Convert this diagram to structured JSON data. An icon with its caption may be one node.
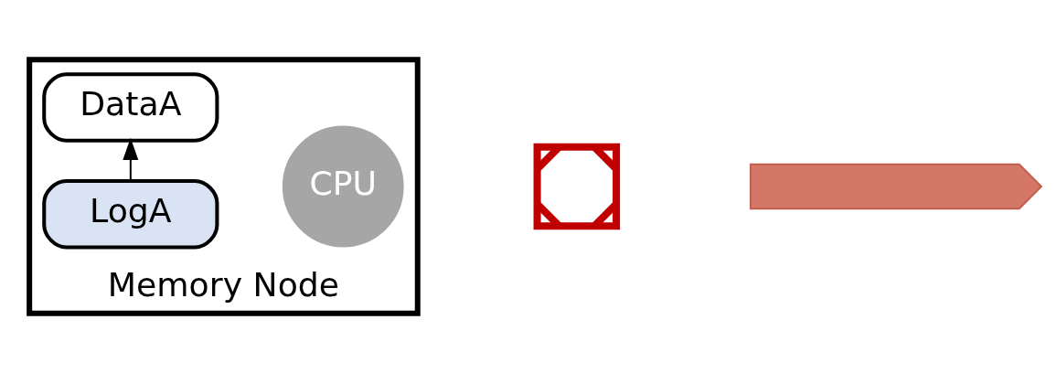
{
  "diagram": {
    "nodes": [
      {
        "text": [
          "Memory Node"
        ]
      },
      {
        "text": [
          "LogA"
        ],
        "in": 0
      },
      {
        "text": [
          "DataA"
        ],
        "in": 0
      },
      {
        "text": [
          "CPU"
        ],
        "in": 0
      },
      {
        "text": [],
        "shape": "cross"
      },
      {
        "text": [],
        "shape": "arrow"
      }
    ],
    "edges": [
      {
        "from": 1,
        "to": 2,
        "arrow": "to"
      }
    ]
  }
}
